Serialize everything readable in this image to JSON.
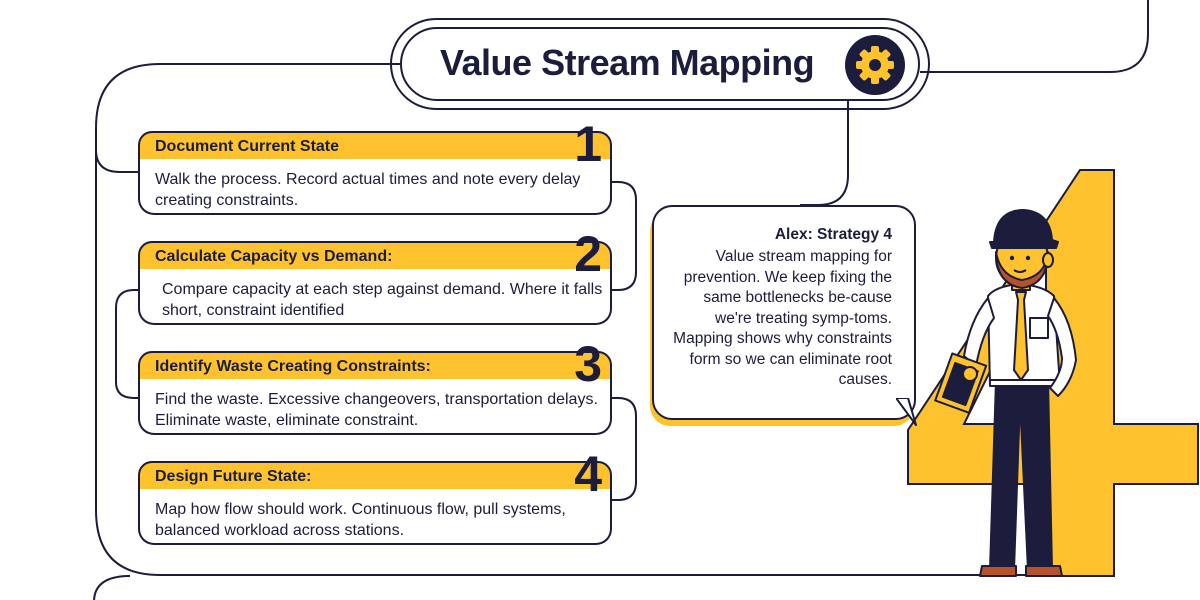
{
  "title": "Value Stream Mapping",
  "icons": {
    "title_icon": "gear-icon"
  },
  "colors": {
    "accent": "#fdc22d",
    "ink": "#1c1c3c",
    "background": "#ffffff"
  },
  "steps": [
    {
      "number": "1",
      "title": "Document Current State",
      "text": "Walk the process. Record actual times and note every delay creating constraints."
    },
    {
      "number": "2",
      "title": "Calculate Capacity vs Demand:",
      "text": "Compare capacity at each step against demand. Where it falls short, constraint identified"
    },
    {
      "number": "3",
      "title": "Identify Waste Creating Constraints:",
      "text": "Find the waste. Excessive changeovers, transportation delays. Eliminate waste, eliminate constraint."
    },
    {
      "number": "4",
      "title": "Design Future State:",
      "text": "Map how flow should work. Continuous flow, pull systems, balanced workload across stations."
    }
  ],
  "speech": {
    "speaker": "Alex: Strategy 4",
    "text": "Value stream mapping for prevention. We keep fixing the same bottlenecks be-cause we're treating symp-toms. Mapping shows why constraints form so we can eliminate root causes."
  },
  "big_number": "4"
}
